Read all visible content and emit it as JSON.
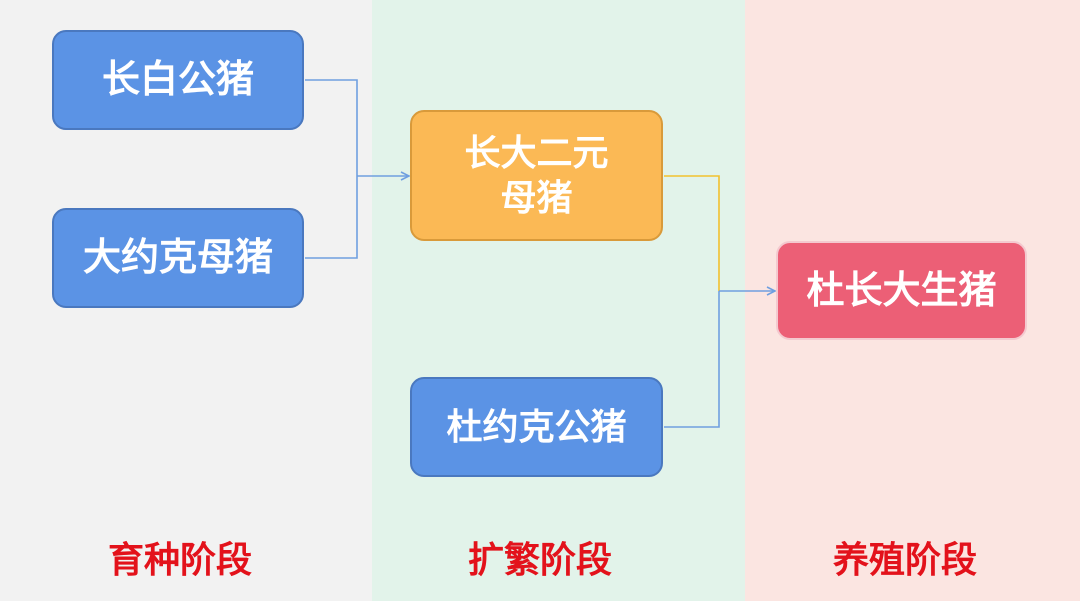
{
  "diagram": {
    "nodes": {
      "landrace_boar": "长白公猪",
      "yorkshire_sow": "大约克母猪",
      "ly_sow": "长大二元\n母猪",
      "duroc_boar": "杜约克公猪",
      "dly_pig": "杜长大生猪"
    },
    "stages": {
      "breeding": "育种阶段",
      "expansion": "扩繁阶段",
      "farming": "养殖阶段"
    },
    "colors": {
      "blue_node": "#5b93e5",
      "orange_node": "#fbb955",
      "red_node": "#ec5f76",
      "stage_text": "#e3121b",
      "breed_bg": "#f2f2f2",
      "expand_bg": "#e2f3ea",
      "farm_bg": "#fbe5e1",
      "blue_line": "#6f9fe0",
      "orange_line": "#f2c12e"
    }
  }
}
